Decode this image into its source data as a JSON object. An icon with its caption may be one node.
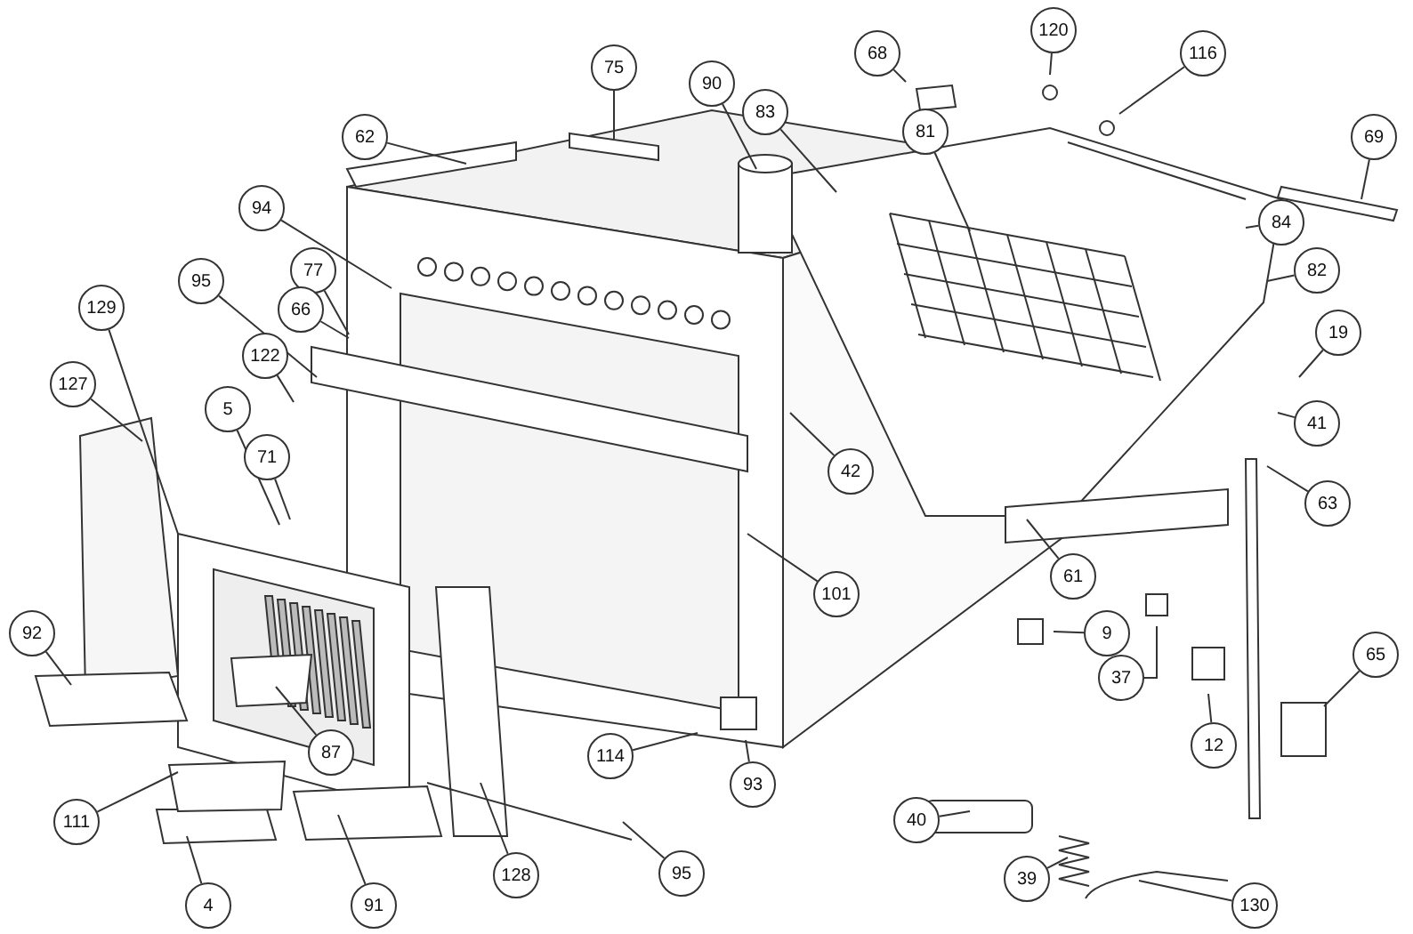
{
  "diagram": {
    "nodes": [
      {
        "text": [
          "120"
        ]
      },
      {
        "text": [
          "68"
        ]
      },
      {
        "text": [
          "116"
        ]
      },
      {
        "text": [
          "75"
        ]
      },
      {
        "text": [
          "90"
        ]
      },
      {
        "text": [
          "83"
        ]
      },
      {
        "text": [
          "81"
        ]
      },
      {
        "text": [
          "62"
        ]
      },
      {
        "text": [
          "69"
        ]
      },
      {
        "text": [
          "94"
        ]
      },
      {
        "text": [
          "84"
        ]
      },
      {
        "text": [
          "82"
        ]
      },
      {
        "text": [
          "77"
        ]
      },
      {
        "text": [
          "95"
        ]
      },
      {
        "text": [
          "129"
        ]
      },
      {
        "text": [
          "66"
        ]
      },
      {
        "text": [
          "19"
        ]
      },
      {
        "text": [
          "122"
        ]
      },
      {
        "text": [
          "127"
        ]
      },
      {
        "text": [
          "5"
        ]
      },
      {
        "text": [
          "41"
        ]
      },
      {
        "text": [
          "71"
        ]
      },
      {
        "text": [
          "42"
        ]
      },
      {
        "text": [
          "63"
        ]
      },
      {
        "text": [
          "61"
        ]
      },
      {
        "text": [
          "101"
        ]
      },
      {
        "text": [
          "92"
        ]
      },
      {
        "text": [
          "9"
        ]
      },
      {
        "text": [
          "65"
        ]
      },
      {
        "text": [
          "37"
        ]
      },
      {
        "text": [
          "12"
        ]
      },
      {
        "text": [
          "87"
        ]
      },
      {
        "text": [
          "114"
        ]
      },
      {
        "text": [
          "93"
        ]
      },
      {
        "text": [
          "40"
        ]
      },
      {
        "text": [
          "111"
        ]
      },
      {
        "text": [
          "95"
        ]
      },
      {
        "text": [
          "128"
        ]
      },
      {
        "text": [
          "39"
        ]
      },
      {
        "text": [
          "4"
        ]
      },
      {
        "text": [
          "91"
        ]
      },
      {
        "text": [
          "130"
        ]
      }
    ],
    "edges": [
      {
        "from": 0,
        "to": null,
        "arrow": "none"
      },
      {
        "from": 1,
        "to": null,
        "arrow": "none"
      },
      {
        "from": 2,
        "to": null,
        "arrow": "none"
      },
      {
        "from": 3,
        "to": null,
        "arrow": "none"
      },
      {
        "from": 4,
        "to": null,
        "arrow": "none"
      },
      {
        "from": 5,
        "to": null,
        "arrow": "none"
      },
      {
        "from": 6,
        "to": null,
        "arrow": "none"
      },
      {
        "from": 7,
        "to": null,
        "arrow": "none"
      },
      {
        "from": 8,
        "to": null,
        "arrow": "none"
      },
      {
        "from": 9,
        "to": null,
        "arrow": "none"
      },
      {
        "from": 10,
        "to": null,
        "arrow": "none"
      },
      {
        "from": 11,
        "to": null,
        "arrow": "none"
      },
      {
        "from": 12,
        "to": null,
        "arrow": "none"
      },
      {
        "from": 13,
        "to": null,
        "arrow": "none"
      },
      {
        "from": 14,
        "to": null,
        "arrow": "none"
      },
      {
        "from": 15,
        "to": null,
        "arrow": "none"
      },
      {
        "from": 16,
        "to": null,
        "arrow": "none"
      },
      {
        "from": 17,
        "to": null,
        "arrow": "none"
      },
      {
        "from": 18,
        "to": null,
        "arrow": "none"
      },
      {
        "from": 19,
        "to": null,
        "arrow": "none"
      },
      {
        "from": 20,
        "to": null,
        "arrow": "none"
      },
      {
        "from": 21,
        "to": null,
        "arrow": "none"
      },
      {
        "from": 22,
        "to": null,
        "arrow": "none"
      },
      {
        "from": 23,
        "to": null,
        "arrow": "none"
      },
      {
        "from": 24,
        "to": null,
        "arrow": "none"
      },
      {
        "from": 25,
        "to": null,
        "arrow": "none"
      },
      {
        "from": 26,
        "to": null,
        "arrow": "none"
      },
      {
        "from": 27,
        "to": null,
        "arrow": "none"
      },
      {
        "from": 28,
        "to": null,
        "arrow": "none"
      },
      {
        "from": 29,
        "to": null,
        "arrow": "none"
      },
      {
        "from": 30,
        "to": null,
        "arrow": "none"
      },
      {
        "from": 31,
        "to": null,
        "arrow": "none"
      },
      {
        "from": 32,
        "to": null,
        "arrow": "none"
      },
      {
        "from": 33,
        "to": null,
        "arrow": "none"
      },
      {
        "from": 34,
        "to": null,
        "arrow": "none"
      },
      {
        "from": 35,
        "to": null,
        "arrow": "none"
      },
      {
        "from": 36,
        "to": null,
        "arrow": "none"
      },
      {
        "from": 37,
        "to": null,
        "arrow": "none"
      },
      {
        "from": 38,
        "to": null,
        "arrow": "none"
      },
      {
        "from": 39,
        "to": null,
        "arrow": "none"
      },
      {
        "from": 40,
        "to": null,
        "arrow": "none"
      },
      {
        "from": 41,
        "to": null,
        "arrow": "none"
      }
    ]
  }
}
